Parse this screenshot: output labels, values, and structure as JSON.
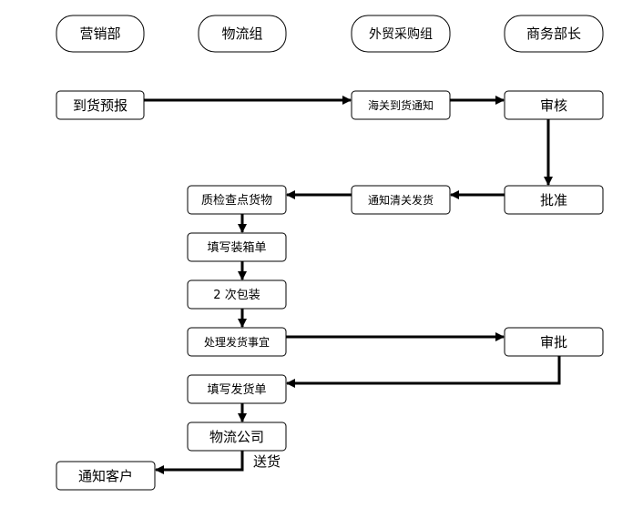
{
  "headers": {
    "marketing": "营销部",
    "logistics": "物流组",
    "foreign_trade": "外贸采购组",
    "business_manager": "商务部长"
  },
  "nodes": {
    "arrival_forecast": "到货预报",
    "customs_notice": "海关到货通知",
    "review": "审核",
    "approve": "批准",
    "customs_clearance_notice": "通知清关发货",
    "quality_check": "质检查点货物",
    "fill_packing_list": "填写装箱单",
    "secondary_packing": "2 次包装",
    "handle_shipping": "处理发货事宜",
    "review_approve": "审批",
    "fill_delivery_note": "填写发货单",
    "logistics_company": "物流公司",
    "notify_customer": "通知客户"
  },
  "edge_labels": {
    "deliver": "送货"
  },
  "colors": {
    "stroke": "#000000",
    "fill": "#ffffff",
    "text": "#000000"
  }
}
